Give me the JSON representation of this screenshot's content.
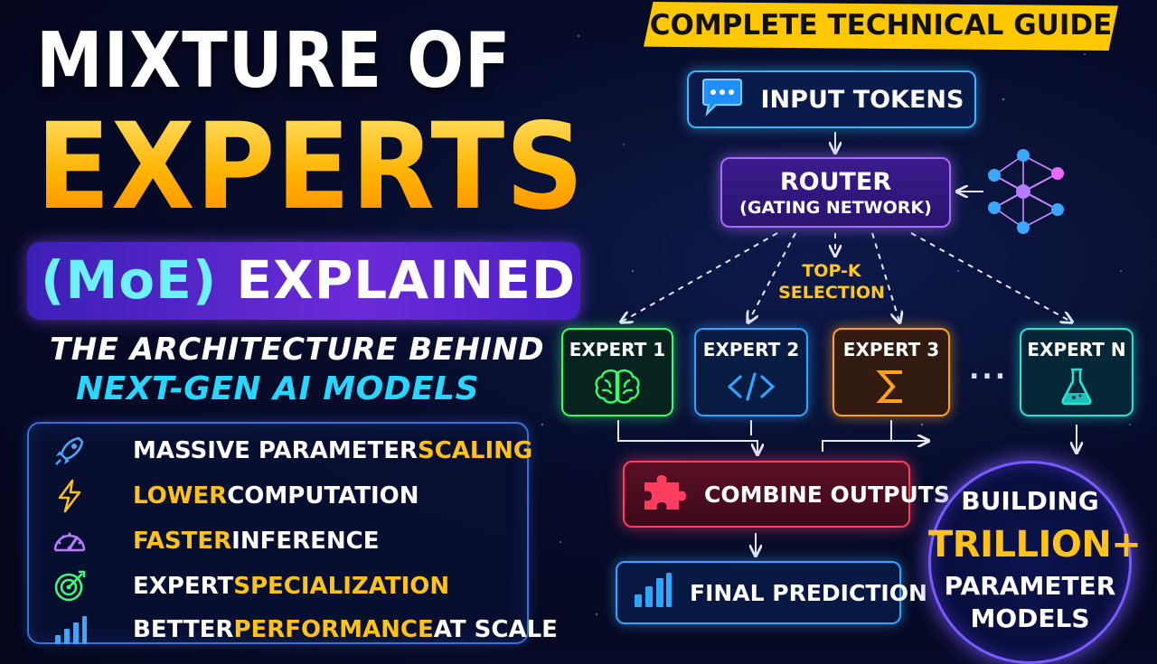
{
  "title": {
    "line1": "MIXTURE OF",
    "line2": "EXPERTS",
    "moe": "(MoE)",
    "explained": "EXPLAINED",
    "subtitle1": "THE ARCHITECTURE BEHIND",
    "subtitle2": "NEXT-GEN AI MODELS"
  },
  "banner": {
    "text": "COMPLETE TECHNICAL GUIDE"
  },
  "features": [
    {
      "icon": "rocket-icon",
      "main": "MASSIVE PARAMETER ",
      "accent": "SCALING",
      "accent_first": false,
      "color": "#4aa8ff"
    },
    {
      "icon": "lightning-icon",
      "accent": "LOWER",
      "main": " COMPUTATION",
      "accent_first": true,
      "color": "#ffc21a"
    },
    {
      "icon": "speedometer-icon",
      "accent": "FASTER",
      "main": " INFERENCE",
      "accent_first": true,
      "color": "#b77bff"
    },
    {
      "icon": "target-icon",
      "main": "EXPERT ",
      "accent": "SPECIALIZATION",
      "accent_first": false,
      "color": "#3cff7a"
    },
    {
      "icon": "bar-chart-icon",
      "main": "BETTER ",
      "accent": "PERFORMANCE",
      "main2": " AT SCALE",
      "accent_first": false,
      "color": "#3aa8ff"
    }
  ],
  "diagram": {
    "input": "INPUT TOKENS",
    "router_title": "ROUTER",
    "router_sub": "(GATING NETWORK)",
    "topk_line1": "TOP-K",
    "topk_line2": "SELECTION",
    "experts": [
      "EXPERT 1",
      "EXPERT 2",
      "EXPERT 3",
      "EXPERT N"
    ],
    "dots": "...",
    "combine": "COMBINE OUTPUTS",
    "final": "FINAL PREDICTION"
  },
  "badge": {
    "line1": "BUILDING",
    "line2": "TRILLION+",
    "line3": "PARAMETER",
    "line4": "MODELS"
  },
  "colors": {
    "accent_yellow": "#ffc21a",
    "accent_cyan": "#29d6ff",
    "router_purple": "#a76bff",
    "expert1_green": "#34ff6a",
    "expert2_blue": "#2ea6ff",
    "expert3_orange": "#ffa21a",
    "expertN_teal": "#23e6d8",
    "combine_red": "#ff3d5e"
  }
}
